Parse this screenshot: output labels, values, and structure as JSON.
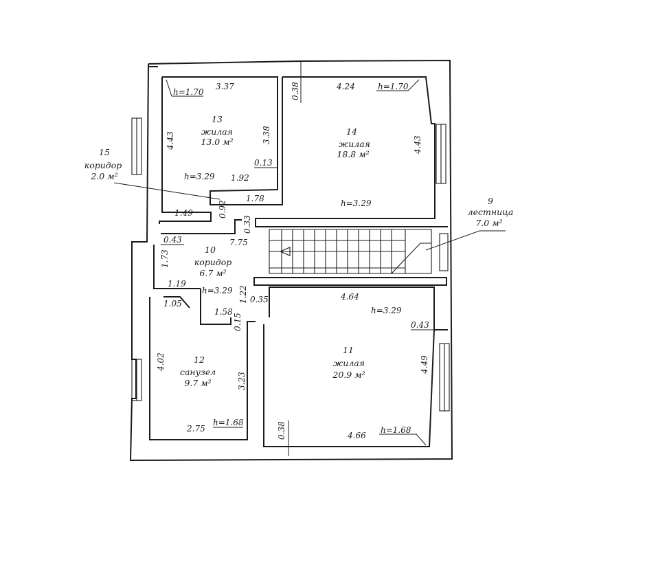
{
  "rooms": [
    {
      "id": "r13",
      "number": "13",
      "type": "жилая",
      "area": "13.0 м²"
    },
    {
      "id": "r14",
      "number": "14",
      "type": "жилая",
      "area": "18.8 м²"
    },
    {
      "id": "r15",
      "number": "15",
      "type": "коридор",
      "area": "2.0 м²"
    },
    {
      "id": "r9",
      "number": "9",
      "type": "лестница",
      "area": "7.0 м²"
    },
    {
      "id": "r10",
      "number": "10",
      "type": "коридор",
      "area": "6.7 м²"
    },
    {
      "id": "r12",
      "number": "12",
      "type": "санузел",
      "area": "9.7 м²"
    },
    {
      "id": "r11",
      "number": "11",
      "type": "жилая",
      "area": "20.9 м²"
    }
  ],
  "dimensions": {
    "d_3_37": "3.37",
    "d_h170_a": "h=1.70",
    "d_0_38_top": "0.38",
    "d_4_24": "4.24",
    "d_h170_b": "h=1.70",
    "d_4_43_left": "4.43",
    "d_3_38": "3.38",
    "d_4_43_right": "4.43",
    "d_0_13": "0.13",
    "d_h329_a": "h=3.29",
    "d_1_92": "1.92",
    "d_1_78": "1.78",
    "d_h329_b": "h=3.29",
    "d_0_92": "0.92",
    "d_1_49": "1.49",
    "d_0_33": "0.33",
    "d_0_43_left": "0.43",
    "d_7_75": "7.75",
    "d_1_73": "1.73",
    "d_1_19": "1.19",
    "d_h329_c": "h=3.29",
    "d_1_22": "1.22",
    "d_0_35": "0.35",
    "d_1_05": "1.05",
    "d_1_58": "1.58",
    "d_0_15": "0.15",
    "d_4_64": "4.64",
    "d_h329_d": "h=3.29",
    "d_0_43_right": "0.43",
    "d_4_02": "4.02",
    "d_3_23": "3.23",
    "d_4_49": "4.49",
    "d_2_75": "2.75",
    "d_h168_a": "h=1.68",
    "d_0_38_bottom": "0.38",
    "d_4_66": "4.66",
    "d_h168_b": "h=1.68"
  }
}
